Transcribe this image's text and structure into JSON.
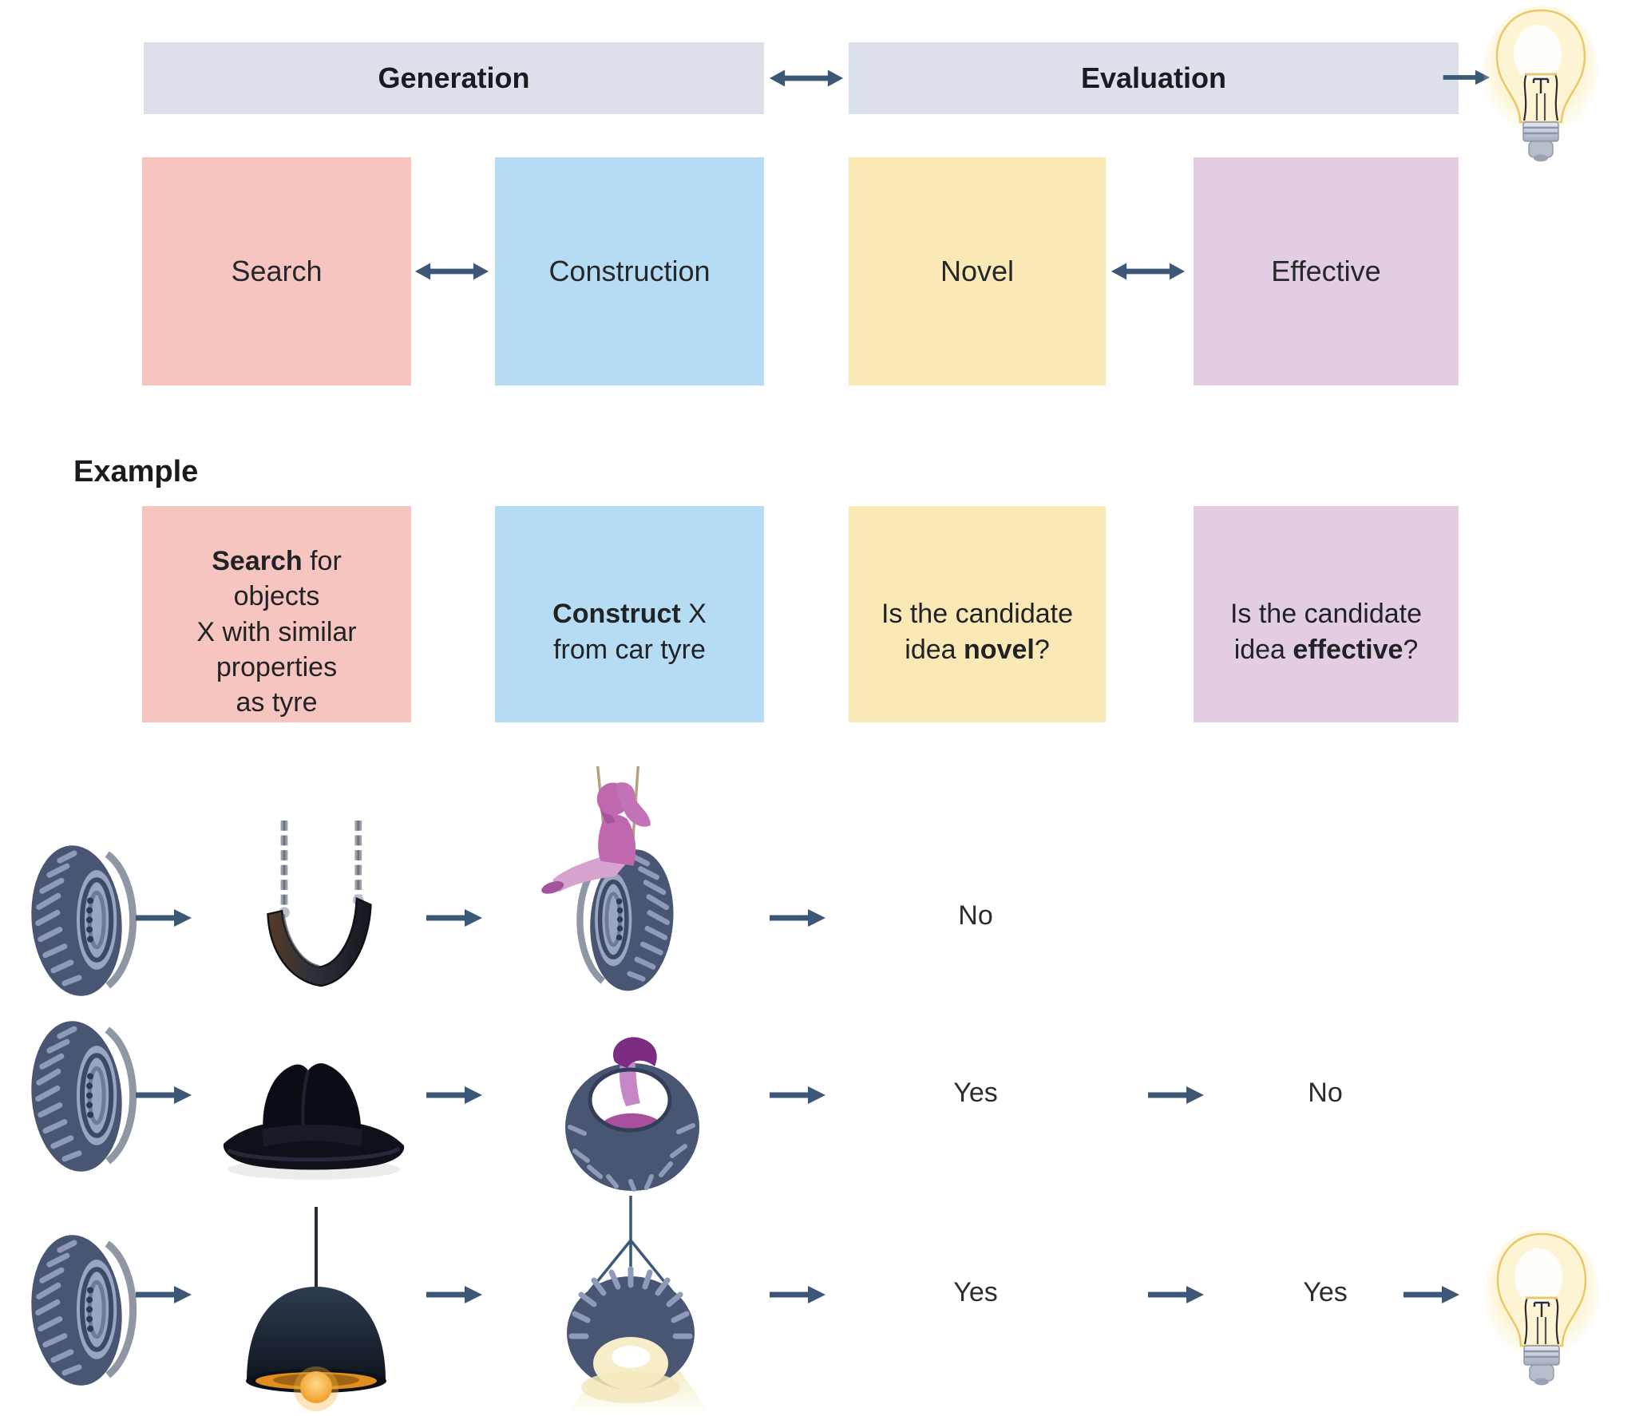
{
  "figure": {
    "kind": "creativity-process-diagram",
    "phases_connected_to": "lightbulb-idea"
  },
  "header": {
    "generation_label": "Generation",
    "evaluation_label": "Evaluation"
  },
  "concepts": {
    "search": "Search",
    "construction": "Construction",
    "novel": "Novel",
    "effective": "Effective"
  },
  "example": {
    "heading": "Example",
    "search_bold": "Search",
    "search_rest": " for\nobjects\nX with similar\nproperties\nas tyre",
    "construct_bold": "Construct",
    "construct_rest": " X\nfrom car tyre",
    "novel_pre": "Is the candidate\nidea ",
    "novel_bold": "novel",
    "novel_post": "?",
    "effective_pre": "Is the candidate\nidea ",
    "effective_bold": "effective",
    "effective_post": "?"
  },
  "rows": [
    {
      "id": "tyre-swing",
      "source_icon": "tyre-icon",
      "found_object_icon": "swing-seat-icon",
      "construction_icon": "child-on-tyre-swing-icon",
      "novel_answer": "No",
      "effective_answer": "",
      "outcome_icon": ""
    },
    {
      "id": "tyre-hat",
      "source_icon": "tyre-icon",
      "found_object_icon": "fedora-hat-icon",
      "construction_icon": "person-wearing-tyre-icon",
      "novel_answer": "Yes",
      "effective_answer": "No",
      "outcome_icon": ""
    },
    {
      "id": "tyre-lamp",
      "source_icon": "tyre-icon",
      "found_object_icon": "pendant-lamp-icon",
      "construction_icon": "tyre-lamp-icon",
      "novel_answer": "Yes",
      "effective_answer": "Yes",
      "outcome_icon": "lightbulb-icon"
    }
  ],
  "icons": [
    "lightbulb-icon",
    "tyre-icon",
    "swing-seat-icon",
    "child-on-tyre-swing-icon",
    "fedora-hat-icon",
    "person-wearing-tyre-icon",
    "pendant-lamp-icon",
    "tyre-lamp-icon",
    "arrow-right-icon",
    "arrow-double-icon"
  ],
  "colors": {
    "phase_bar_bg": "#dbe0ea",
    "search_bg": "#f6c5c0",
    "construction_bg": "#b5dcf3",
    "novel_bg": "#fae9b5",
    "effective_bg": "#e2cde2",
    "arrow": "#3d5877",
    "tyre_body": "#485673",
    "tyre_highlight": "#8e9ab7",
    "figure_purple": "#bf68b0",
    "bulb_glow": "#fbedba"
  }
}
